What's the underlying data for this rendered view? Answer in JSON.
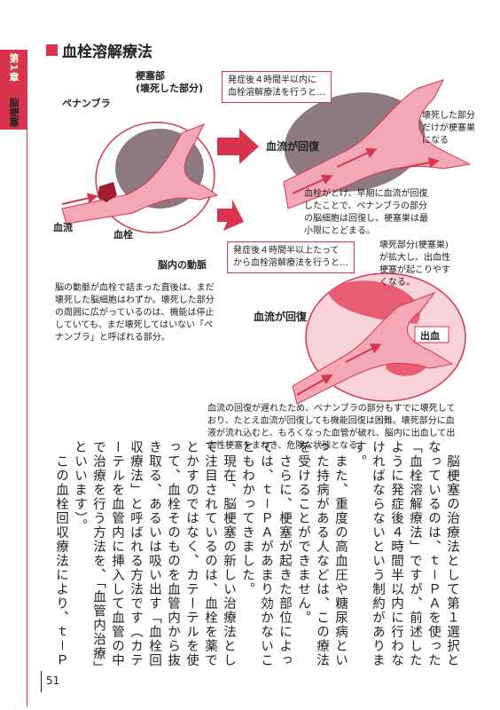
{
  "chapter": {
    "number_label": "第1章",
    "title": "脳梗塞"
  },
  "section": {
    "title": "血栓溶解療法"
  },
  "diagram": {
    "label_infarct": "梗塞部\n(壊死した部分)",
    "label_penumbra": "ペナンブラ",
    "label_bloodflow": "血流",
    "label_thrombus": "血栓",
    "label_artery": "脳内の動脈",
    "note_left": "脳の動脈が血栓で詰まった直後は、まだ壊死した脳細胞はわずか。壊死した部分の周囲に広がっているのは、機能は停止していても、まだ壊死してはいない「ペナンブラ」と呼ばれる部分。",
    "box_top": "発症後４時間半以内に\n血栓溶解療法を行うと…",
    "label_recover_top": "血流が回復",
    "note_top_right": "壊死した部分\nだけが梗塞巣\nになる",
    "note_top_bottom": "血栓がとけ、早期に血流が回復したことで、ペナンブラの部分の脳細胞は回復し、梗塞巣は最小限にとどまる。",
    "box_bottom": "発症後４時間半以上たって\nから血栓溶解療法を行うと…",
    "note_bottom_right": "壊死部分(梗塞巣)\nが拡大し、出血性\n梗塞が起こりやす\nくなる。",
    "label_recover_bottom": "血流が回復",
    "label_bleeding": "出血",
    "note_bottom": "血流の回復が遅れたため、ペナンブラの部分もすでに壊死しており、たとえ血流が回復しても機能回復は困難。壊死部分に血液が流れ込むと、もろくなった血管が破れ、脳内に出血して出血性梗塞をまねき、危険な状態となる。"
  },
  "body_columns": [
    "　脳梗塞の治療法として第１選択と",
    "なっているのは、ｔ－ＰＡを使った",
    "「血栓溶解療法」ですが、前述した",
    "ように発症後４時間半以内に行わな",
    "ければならないという制約がありま",
    "す。",
    "　また、重度の高血圧や糖尿病とい",
    "った持病がある人などは、この療法",
    "を受けることができません。",
    "　さらに、梗塞が起きた部位によっ",
    "ては、ｔ－ＰＡがあまり効かないこ",
    "ともわかってきました。",
    "　現在、脳梗塞の新しい治療法とし",
    "て注目されているのは、血栓を薬で",
    "とかすのではなく、カテーテルを使",
    "って、血栓そのものを血管内から抜",
    "き取る、あるいは吸い出す「血栓回",
    "収療法」と呼ばれる方法です（カテ",
    "ーテルを血管内に挿入して血管の中",
    "で治療を行う方法を、「血管内治療」",
    "といいます）。",
    "　この血栓回収療法により、ｔ－Ｐ"
  ],
  "page_number": "51",
  "colors": {
    "accent": "#d9344d",
    "pink": "#f4a8b6",
    "brain": "#8c7a80"
  }
}
